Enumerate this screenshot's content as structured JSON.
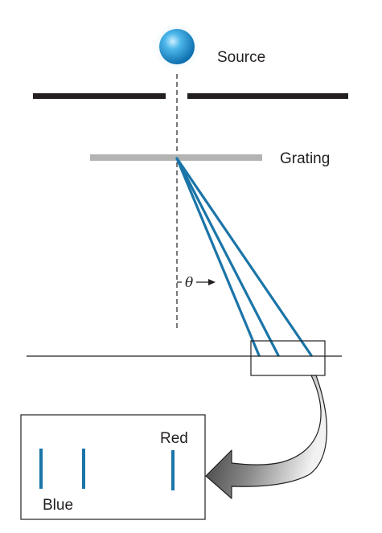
{
  "labels": {
    "source": "Source",
    "grating": "Grating",
    "theta": "θ",
    "red": "Red",
    "blue": "Blue"
  },
  "colors": {
    "ray": "#1b75a8",
    "slit": "#231f20",
    "grating": "#b3b3b3",
    "source": "#2a9fd8"
  }
}
